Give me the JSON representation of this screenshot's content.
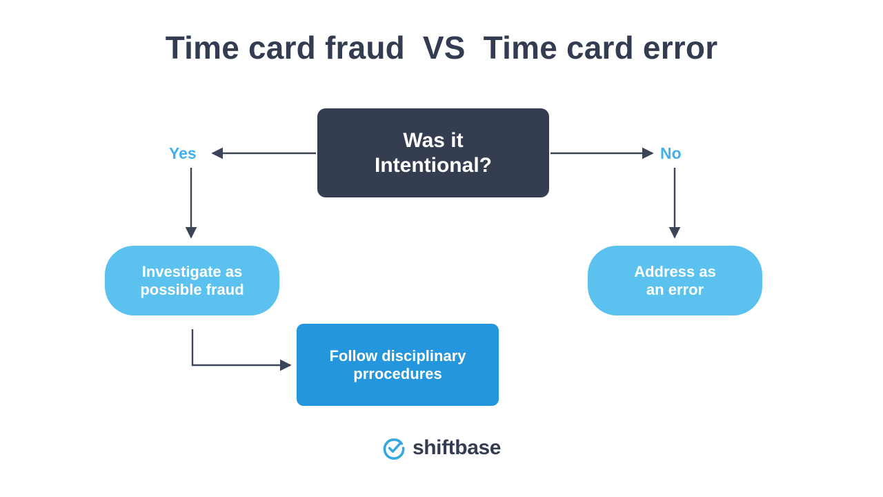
{
  "page": {
    "title": "Time card fraud  VS  Time card error",
    "background_color": "#ffffff"
  },
  "colors": {
    "title_text": "#333c50",
    "decision_box": "#353d50",
    "light_blue_box": "#5bc2f0",
    "dark_blue_box": "#2496de",
    "branch_label": "#41b0ef",
    "connector_line": "#3c4457",
    "node_text": "#ffffff",
    "logo_mark": "#35a8e0",
    "logo_text": "#333c50"
  },
  "flowchart": {
    "decision": {
      "label": "Was it\nIntentional?"
    },
    "branches": [
      {
        "name": "yes",
        "label": "Yes"
      },
      {
        "name": "no",
        "label": "No"
      }
    ],
    "nodes": [
      {
        "name": "investigate",
        "label": "Investigate as\npossible fraud"
      },
      {
        "name": "address",
        "label": "Address as\nan error"
      },
      {
        "name": "discipline",
        "label": "Follow disciplinary\nprrocedures"
      }
    ]
  },
  "logo": {
    "icon": "circle-check-icon",
    "text": "shiftbase"
  }
}
